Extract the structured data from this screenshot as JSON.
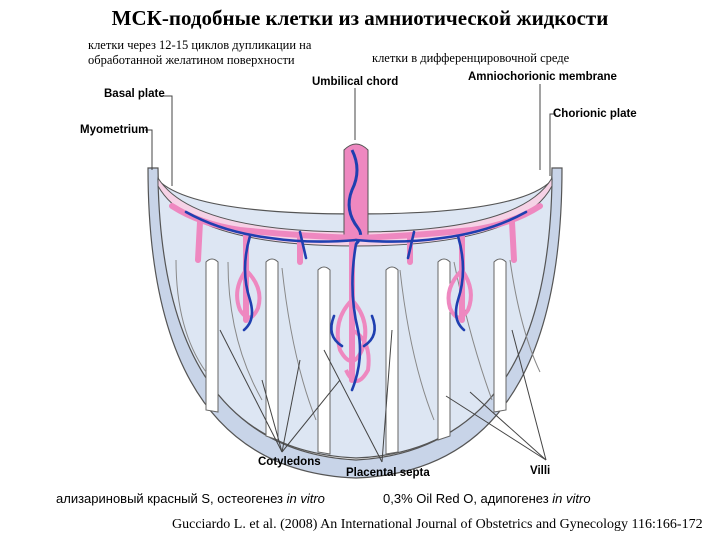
{
  "title": "МСК-подобные клетки из амниотической жидкости",
  "subtitle_left": "клетки через 12-15 циклов дупликации на обработанной желатином поверхности",
  "subtitle_right": "клетки в дифференцировочной среде",
  "labels": {
    "basal_plate": "Basal plate",
    "umbilical_chord": "Umbilical chord",
    "amniochorionic_membrane": "Amniochorionic membrane",
    "myometrium": "Myometrium",
    "chorionic_plate": "Chorionic plate",
    "cotyledons": "Cotyledons",
    "placental_septa": "Placental septa",
    "villi": "Villi"
  },
  "caption_left": {
    "prefix": "ализариновый красный  S, остеогенез ",
    "italic": "in vitro"
  },
  "caption_right": {
    "prefix": "0,3% Oil Red O,  адипогенез ",
    "italic": "in vitro"
  },
  "citation": "Gucciardo L. et al. (2008) An International Journal of Obstetrics and Gynecology 116:166-172",
  "colors": {
    "artery": "#ee88c0",
    "vein": "#1f3fb0",
    "tissue": "#dde6f3",
    "outline": "#555555",
    "wall": "#c8d4e8"
  }
}
